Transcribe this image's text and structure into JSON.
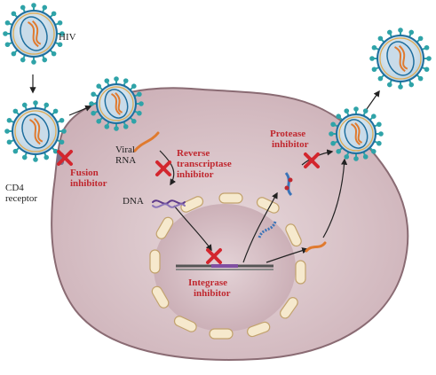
{
  "colors": {
    "cell_fill": "#d9c4c9",
    "cell_stroke": "#7a5a63",
    "virus_spike": "#2fa3a8",
    "virus_envelope": "#1e6e9e",
    "viral_rna": "#e07a2e",
    "inhibitor_text": "#c0282f",
    "inhibitor_x": "#d3262e",
    "nuclear_pore": "#f4e6c8"
  },
  "icons": {
    "block": "red-x-icon",
    "virus": "virus-icon"
  },
  "labels": {
    "hiv": "HIV",
    "viral_rna": [
      "Viral",
      "RNA"
    ],
    "dna": "DNA",
    "cd4_receptor": [
      "CD4",
      "receptor"
    ]
  },
  "inhibitors": {
    "fusion": [
      "Fusion",
      "inhibitor"
    ],
    "reverse_transcriptase": [
      "Reverse",
      "transcriptase",
      "inhibitor"
    ],
    "integrase": [
      "Integrase",
      "inhibitor"
    ],
    "protease": [
      "Protease",
      "inhibitor"
    ]
  }
}
